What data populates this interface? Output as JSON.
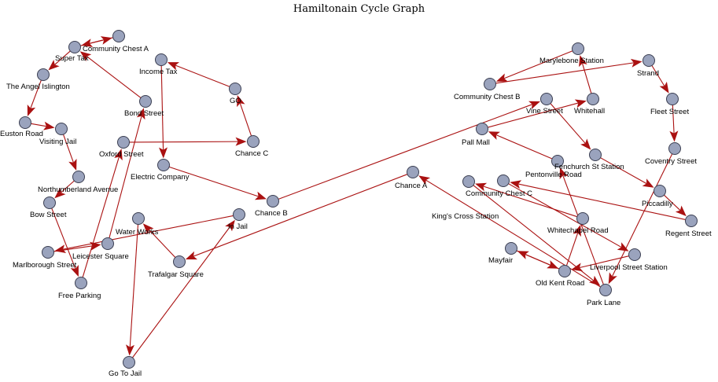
{
  "title": "Hamiltonain Cycle Graph",
  "colors": {
    "edge": "#aa1111",
    "node_fill": "#9aa3bd",
    "node_stroke": "#3b3f52"
  },
  "nodes": [
    {
      "id": "community-chest-a",
      "label": "Community Chest A"
    },
    {
      "id": "super-tax",
      "label": "Super Tax"
    },
    {
      "id": "the-angel-islington",
      "label": "The Angel Islington"
    },
    {
      "id": "euston-road",
      "label": "Euston Road"
    },
    {
      "id": "visiting-jail",
      "label": "Visiting Jail"
    },
    {
      "id": "northumberland-avenue",
      "label": "Northumberland Avenue"
    },
    {
      "id": "bow-street",
      "label": "Bow Street"
    },
    {
      "id": "marlborough-street",
      "label": "Marlborough Street"
    },
    {
      "id": "free-parking",
      "label": "Free Parking"
    },
    {
      "id": "leicester-square",
      "label": "Leicester Square"
    },
    {
      "id": "water-works",
      "label": "Water Works"
    },
    {
      "id": "go-to-jail",
      "label": "Go To Jail"
    },
    {
      "id": "in-jail",
      "label": "In Jail"
    },
    {
      "id": "trafalgar-square",
      "label": "Trafalgar Square"
    },
    {
      "id": "oxford-street",
      "label": "Oxford Street"
    },
    {
      "id": "bond-street",
      "label": "Bond Street"
    },
    {
      "id": "income-tax",
      "label": "Income Tax"
    },
    {
      "id": "go",
      "label": "GO"
    },
    {
      "id": "chance-c",
      "label": "Chance C"
    },
    {
      "id": "electric-company",
      "label": "Electric Company"
    },
    {
      "id": "chance-b",
      "label": "Chance B"
    },
    {
      "id": "chance-a",
      "label": "Chance A"
    },
    {
      "id": "marylebone-station",
      "label": "Marylebone Station"
    },
    {
      "id": "community-chest-b",
      "label": "Community Chest B"
    },
    {
      "id": "strand",
      "label": "Strand"
    },
    {
      "id": "fleet-street",
      "label": "Fleet Street"
    },
    {
      "id": "coventry-street",
      "label": "Coventry Street"
    },
    {
      "id": "whitehall",
      "label": "Whitehall"
    },
    {
      "id": "vine-street",
      "label": "Vine Street"
    },
    {
      "id": "pall-mall",
      "label": "Pall Mall"
    },
    {
      "id": "fenchurch-st-station",
      "label": "Fenchurch St Station"
    },
    {
      "id": "pentonville-road",
      "label": "Pentonville Road"
    },
    {
      "id": "community-chest-c",
      "label": "Community Chest C"
    },
    {
      "id": "piccadilly",
      "label": "Piccadilly"
    },
    {
      "id": "regent-street",
      "label": "Regent Street"
    },
    {
      "id": "kings-cross-station",
      "label": "King's Cross Station"
    },
    {
      "id": "whitechapel-road",
      "label": "Whitechapel Road"
    },
    {
      "id": "liverpool-street-station",
      "label": "Liverpool Street Station"
    },
    {
      "id": "mayfair",
      "label": "Mayfair"
    },
    {
      "id": "old-kent-road",
      "label": "Old Kent Road"
    },
    {
      "id": "park-lane",
      "label": "Park Lane"
    }
  ],
  "edges": [
    [
      "super-tax",
      "community-chest-a"
    ],
    [
      "community-chest-a",
      "super-tax"
    ],
    [
      "super-tax",
      "the-angel-islington"
    ],
    [
      "the-angel-islington",
      "euston-road"
    ],
    [
      "euston-road",
      "visiting-jail"
    ],
    [
      "visiting-jail",
      "northumberland-avenue"
    ],
    [
      "northumberland-avenue",
      "bow-street"
    ],
    [
      "bow-street",
      "free-parking"
    ],
    [
      "free-parking",
      "oxford-street"
    ],
    [
      "oxford-street",
      "chance-c"
    ],
    [
      "chance-c",
      "go"
    ],
    [
      "go",
      "income-tax"
    ],
    [
      "income-tax",
      "electric-company"
    ],
    [
      "electric-company",
      "chance-b"
    ],
    [
      "chance-b",
      "vine-street"
    ],
    [
      "vine-street",
      "fenchurch-st-station"
    ],
    [
      "fenchurch-st-station",
      "piccadilly"
    ],
    [
      "piccadilly",
      "regent-street"
    ],
    [
      "regent-street",
      "community-chest-c"
    ],
    [
      "community-chest-c",
      "liverpool-street-station"
    ],
    [
      "liverpool-street-station",
      "old-kent-road"
    ],
    [
      "old-kent-road",
      "mayfair"
    ],
    [
      "mayfair",
      "old-kent-road"
    ],
    [
      "old-kent-road",
      "whitechapel-road"
    ],
    [
      "whitechapel-road",
      "kings-cross-station"
    ],
    [
      "kings-cross-station",
      "park-lane"
    ],
    [
      "park-lane",
      "pentonville-road"
    ],
    [
      "pentonville-road",
      "pall-mall"
    ],
    [
      "pall-mall",
      "whitehall"
    ],
    [
      "whitehall",
      "marylebone-station"
    ],
    [
      "marylebone-station",
      "community-chest-b"
    ],
    [
      "community-chest-b",
      "strand"
    ],
    [
      "strand",
      "fleet-street"
    ],
    [
      "fleet-street",
      "coventry-street"
    ],
    [
      "coventry-street",
      "park-lane"
    ],
    [
      "park-lane",
      "chance-a"
    ],
    [
      "chance-a",
      "trafalgar-square"
    ],
    [
      "trafalgar-square",
      "water-works"
    ],
    [
      "water-works",
      "go-to-jail"
    ],
    [
      "go-to-jail",
      "in-jail"
    ],
    [
      "in-jail",
      "marlborough-street"
    ],
    [
      "marlborough-street",
      "leicester-square"
    ],
    [
      "leicester-square",
      "bond-street"
    ],
    [
      "bond-street",
      "super-tax"
    ]
  ]
}
